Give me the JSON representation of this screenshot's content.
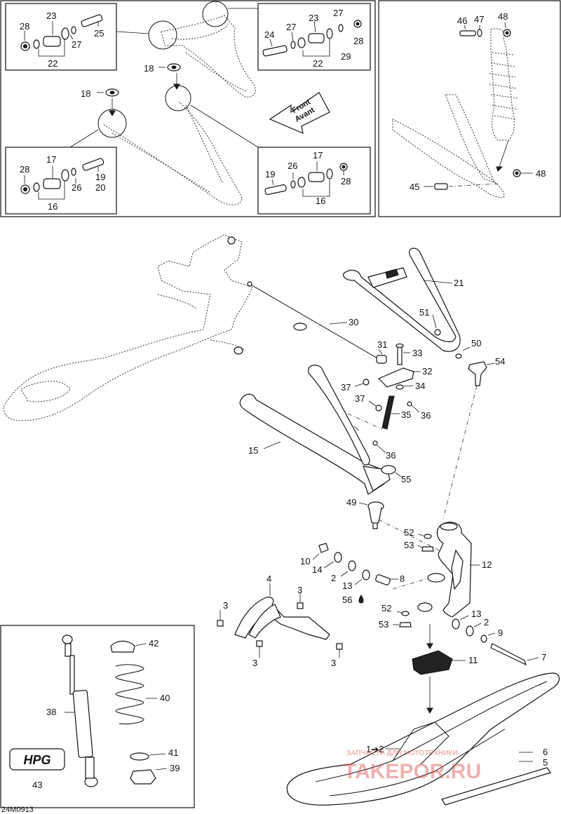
{
  "drawing_code": "24M0913",
  "front_arrow": {
    "line1": "Front",
    "line2": "Avant"
  },
  "watermark": {
    "small": "ЗАПЧАСТИ ДЛЯ МОТОТЕХНИКИ",
    "big": "TAKEPOR.RU"
  },
  "logo_text": "HPG",
  "callouts": {
    "c28a": "28",
    "c23a": "23",
    "c25": "25",
    "c27a": "27",
    "c22a": "22",
    "c23b": "23",
    "c27b": "27",
    "c27c": "27",
    "c24": "24",
    "c28b": "28",
    "c29": "29",
    "c22b": "22",
    "c18a": "18",
    "c18b": "18",
    "c28c": "28",
    "c17a": "17",
    "c19a": "19",
    "c26a": "26",
    "c20": "20",
    "c16a": "16",
    "c17b": "17",
    "c19b": "19",
    "c26b": "26",
    "c28d": "28",
    "c16b": "16",
    "c46": "46",
    "c47": "47",
    "c48a": "48",
    "c48b": "48",
    "c45": "45",
    "c21": "21",
    "c30": "30",
    "c51": "51",
    "c31": "31",
    "c33": "33",
    "c50": "50",
    "c54": "54",
    "c32": "32",
    "c37a": "37",
    "c34": "34",
    "c37b": "37",
    "c35": "35",
    "c36a": "36",
    "c15": "15",
    "c36b": "36",
    "c55": "55",
    "c49": "49",
    "c52a": "52",
    "c53a": "53",
    "c12": "12",
    "c10": "10",
    "c14": "14",
    "c2a": "2",
    "c4": "4",
    "c13a": "13",
    "c8": "8",
    "c3a": "3",
    "c3b": "3",
    "c56": "56",
    "c52b": "52",
    "c53b": "53",
    "c13b": "13",
    "c2b": "2",
    "c9": "9",
    "c7": "7",
    "c3c": "3",
    "c3d": "3",
    "c11": "11",
    "c42": "42",
    "c40": "40",
    "c38": "38",
    "c41": "41",
    "c39": "39",
    "c43": "43",
    "c1to2": "1➔2",
    "c6": "6",
    "c5": "5"
  }
}
